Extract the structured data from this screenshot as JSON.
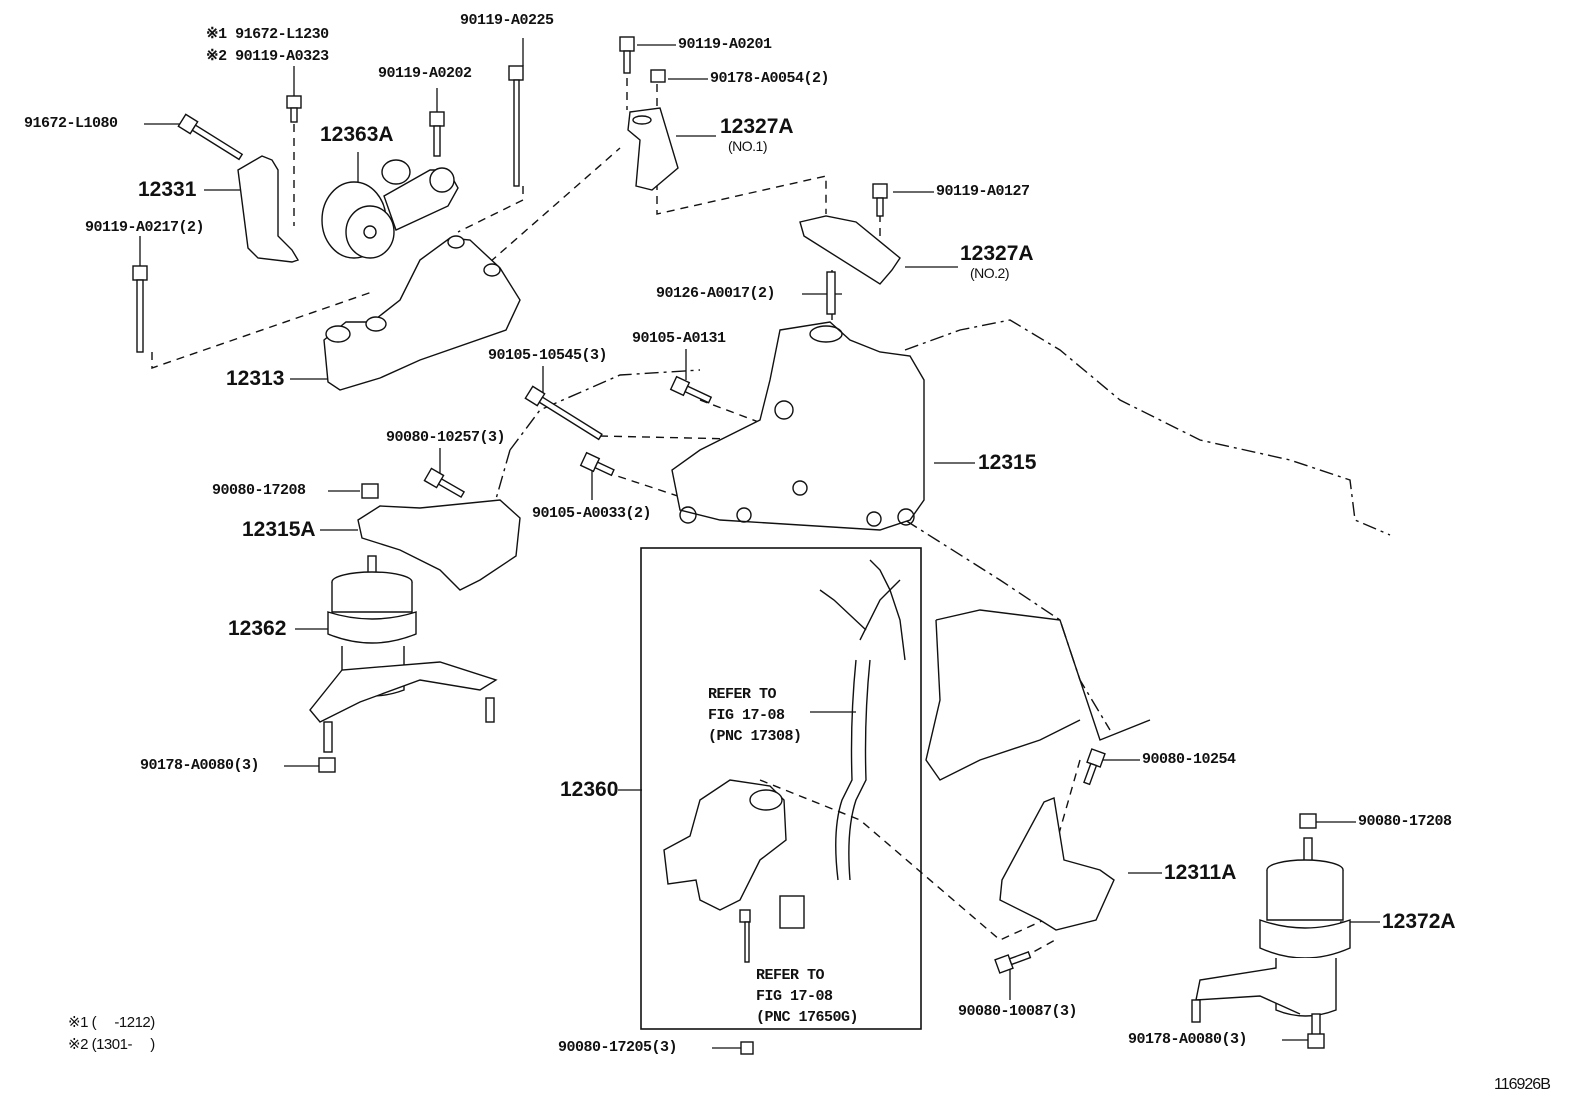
{
  "figure_id": "116926B",
  "callouts": {
    "c91672_L1230": "※1 91672-L1230",
    "c90119_A0323": "※2 90119-A0323",
    "c90119_A0225": "90119-A0225",
    "c90119_A0202": "90119-A0202",
    "c91672_L1080": "91672-L1080",
    "c12363A": "12363A",
    "c12331": "12331",
    "c90119_A0217": "90119-A0217(2)",
    "c12313": "12313",
    "c90119_A0201": "90119-A0201",
    "c90178_A0054": "90178-A0054(2)",
    "c12327A_1": "12327A",
    "c12327A_1_sub": "(NO.1)",
    "c90119_A0127": "90119-A0127",
    "c12327A_2": "12327A",
    "c12327A_2_sub": "(NO.2)",
    "c90126_A0017": "90126-A0017(2)",
    "c90105_10545": "90105-10545(3)",
    "c90105_A0131": "90105-A0131",
    "c90080_10257": "90080-10257(3)",
    "c90080_17208_a": "90080-17208",
    "c12315A": "12315A",
    "c90105_A0033": "90105-A0033(2)",
    "c12315": "12315",
    "c12362": "12362",
    "c90178_A0080_a": "90178-A0080(3)",
    "c12360": "12360",
    "refer1": "REFER TO\nFIG 17-08\n(PNC 17308)",
    "refer2": "REFER TO\nFIG 17-08\n(PNC 17650G)",
    "c90080_17205": "90080-17205(3)",
    "c90080_10254": "90080-10254",
    "c12311A": "12311A",
    "c90080_10087": "90080-10087(3)",
    "c90080_17208_b": "90080-17208",
    "c12372A": "12372A",
    "c90178_A0080_b": "90178-A0080(3)"
  },
  "notes": {
    "note1": "※1 (     -1212)",
    "note2": "※2 (1301-     )"
  }
}
